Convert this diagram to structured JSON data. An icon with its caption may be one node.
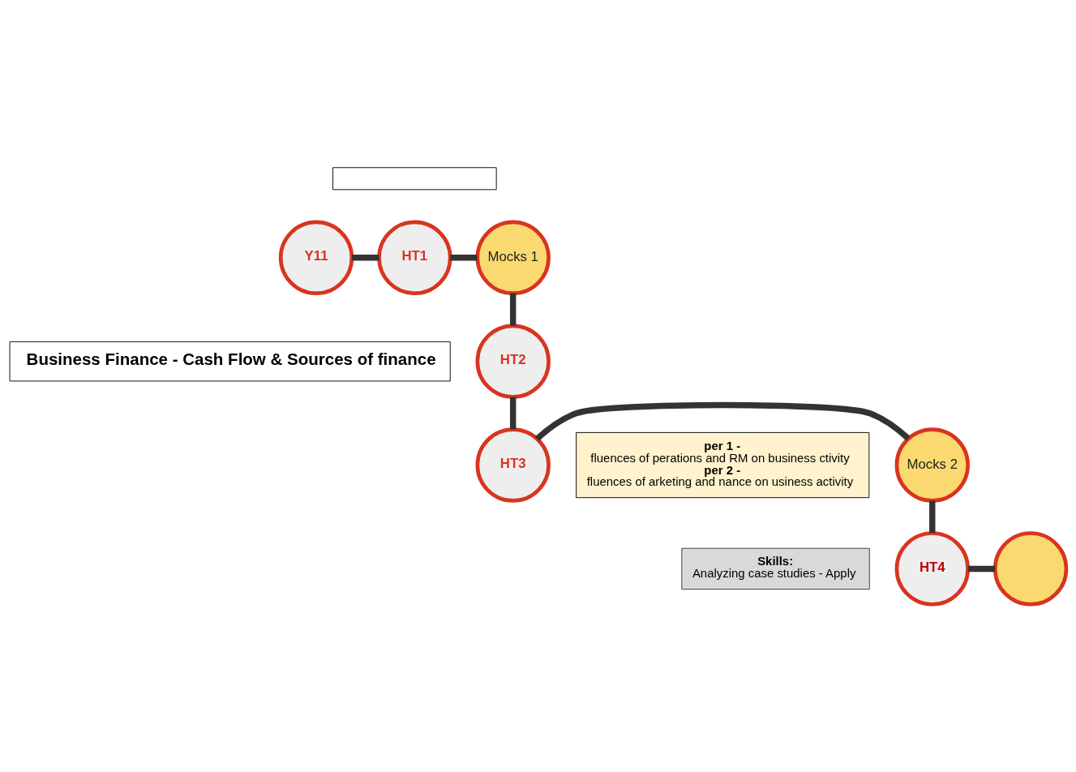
{
  "diagram": {
    "nodes": [
      {
        "text": [],
        "shape": "box"
      },
      {
        "text": [
          "Y11"
        ]
      },
      {
        "text": [
          "HT1"
        ]
      },
      {
        "text": [
          "Mocks 1"
        ]
      },
      {
        "text": [
          "HT2"
        ]
      },
      {
        "text": [
          "Business Finance - Cash Flow & Sources of finance"
        ]
      },
      {
        "text": [
          "per 1 -",
          "fluences of perations and RM on business ctivity",
          "per 2 -",
          "fluences of arketing and nance on usiness activity"
        ]
      },
      {
        "text": [
          "HT3"
        ]
      },
      {
        "text": [
          "Mocks 2"
        ]
      },
      {
        "text": [
          "Skills:",
          "Analyzing case studies - Apply"
        ]
      },
      {
        "text": [
          "HT4"
        ]
      },
      {
        "text": [],
        "shape": "circle"
      }
    ],
    "edges": [
      {
        "from": 1,
        "to": 2,
        "arrow": "none"
      },
      {
        "from": 2,
        "to": 3,
        "arrow": "none"
      },
      {
        "from": 3,
        "to": 4,
        "arrow": "none"
      },
      {
        "from": 4,
        "to": 7,
        "arrow": "none"
      },
      {
        "from": 7,
        "to": 8,
        "arrow": "none"
      },
      {
        "from": 8,
        "to": 10,
        "arrow": "none"
      },
      {
        "from": 10,
        "to": 11,
        "arrow": "none"
      }
    ]
  }
}
